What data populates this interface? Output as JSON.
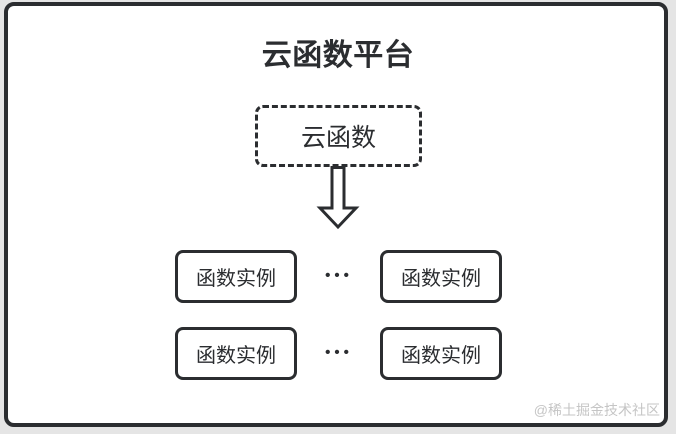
{
  "diagram": {
    "title": "云函数平台",
    "cloud_function": {
      "label": "云函数"
    },
    "ellipsis": "•••",
    "instances": [
      {
        "label": "函数实例"
      },
      {
        "label": "函数实例"
      },
      {
        "label": "函数实例"
      },
      {
        "label": "函数实例"
      }
    ],
    "watermark": "@稀土掘金技术社区",
    "colors": {
      "line": "#2b2d30",
      "text": "#2b2d30",
      "background": "#ffffff",
      "outer_background": "#e5e5e5",
      "watermark": "#c5c5c5"
    }
  }
}
